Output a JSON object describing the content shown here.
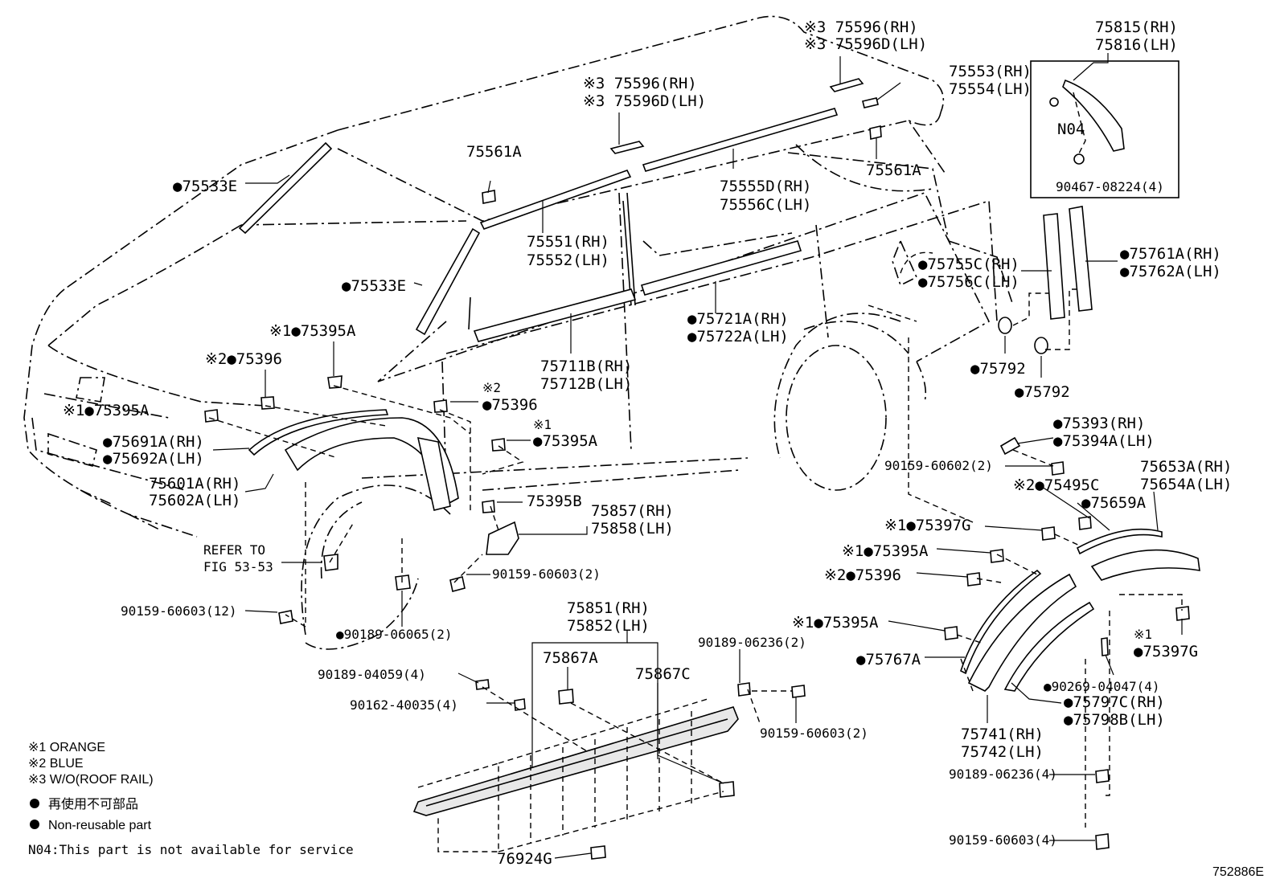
{
  "labels": {
    "p75596_rh_top": "※3 75596(RH)",
    "p75596d_lh_top": "※3 75596D(LH)",
    "p75815": "75815(RH)",
    "p75816": "75816(LH)",
    "p75553": "75553(RH)",
    "p75554": "75554(LH)",
    "p75596_rh_mid": "※3 75596(RH)",
    "p75596d_lh_mid": "※3 75596D(LH)",
    "n04": "N04",
    "p75561a_left": "75561A",
    "p75561a_right": "75561A",
    "p90467": "90467-08224(4)",
    "p75533e_top": "●75533E",
    "p75555d": "75555D(RH)",
    "p75556c": "75556C(LH)",
    "p75551": "75551(RH)",
    "p75552": "75552(LH)",
    "p75761a": "●75761A(RH)",
    "p75762a": "●75762A(LH)",
    "p75755c": "●75755C(RH)",
    "p75756c": "●75756C(LH)",
    "p75533e_mid": "●75533E",
    "p75721a": "●75721A(RH)",
    "p75722a": "●75722A(LH)",
    "p75395a_1": "※1●75395A",
    "p75711b": "75711B(RH)",
    "p75712b": "75712B(LH)",
    "p75396_1": "※2●75396",
    "p75792_a": "●75792",
    "p75792_b": "●75792",
    "p75396_2_mark": "※2",
    "p75396_2": "●75396",
    "p75395a_2": "※1●75395A",
    "p75393": "●75393(RH)",
    "p75394a": "●75394A(LH)",
    "p75691a": "●75691A(RH)",
    "p75692a": "●75692A(LH)",
    "p75395a_3_mark": "※1",
    "p75395a_3": "●75395A",
    "p90159_60602": "90159-60602(2)",
    "p75653a": "75653A(RH)",
    "p75654a": "75654A(LH)",
    "p75601a": "75601A(RH)",
    "p75602a": "75602A(LH)",
    "p75495c": "※2●75495C",
    "p75659a": "●75659A",
    "p75395b": "75395B",
    "p75857": "75857(RH)",
    "p75858": "75858(LH)",
    "p75397g_1": "※1●75397G",
    "refer1": "REFER TO",
    "refer2": "FIG 53-53",
    "p75395a_4": "※1●75395A",
    "p90159_60603_a": "90159-60603(2)",
    "p75396_3": "※2●75396",
    "p90159_60603_12": "90159-60603(12)",
    "p90189_06065": "●90189-06065(2)",
    "p75851": "75851(RH)",
    "p75852": "75852(LH)",
    "p75395a_5": "※1●75395A",
    "p90189_06236_a": "90189-06236(2)",
    "p75397g_2_mark": "※1",
    "p75397g_2": "●75397G",
    "p75867a": "75867A",
    "p75767a": "●75767A",
    "p90189_04059": "90189-04059(4)",
    "p75867c": "75867C",
    "p90269_04047": "●90269-04047(4)",
    "p90162_40035": "90162-40035(4)",
    "p75797c": "●75797C(RH)",
    "p75798b": "●75798B(LH)",
    "p90159_60603_b": "90159-60603(2)",
    "p75741": "75741(RH)",
    "p75742": "75742(LH)",
    "p90189_06236_b": "90189-06236(4)",
    "p90159_60603_4": "90159-60603(4)",
    "p76924g": "76924G"
  },
  "legend": {
    "note1": "※1 ORANGE",
    "note2": "※2 BLUE",
    "note3": "※3 W/O(ROOF RAIL)",
    "jp": "再使用不可部品",
    "en": "Non-reusable part",
    "n04": "N04:This part is not available for service"
  },
  "figure_id": "752886E"
}
